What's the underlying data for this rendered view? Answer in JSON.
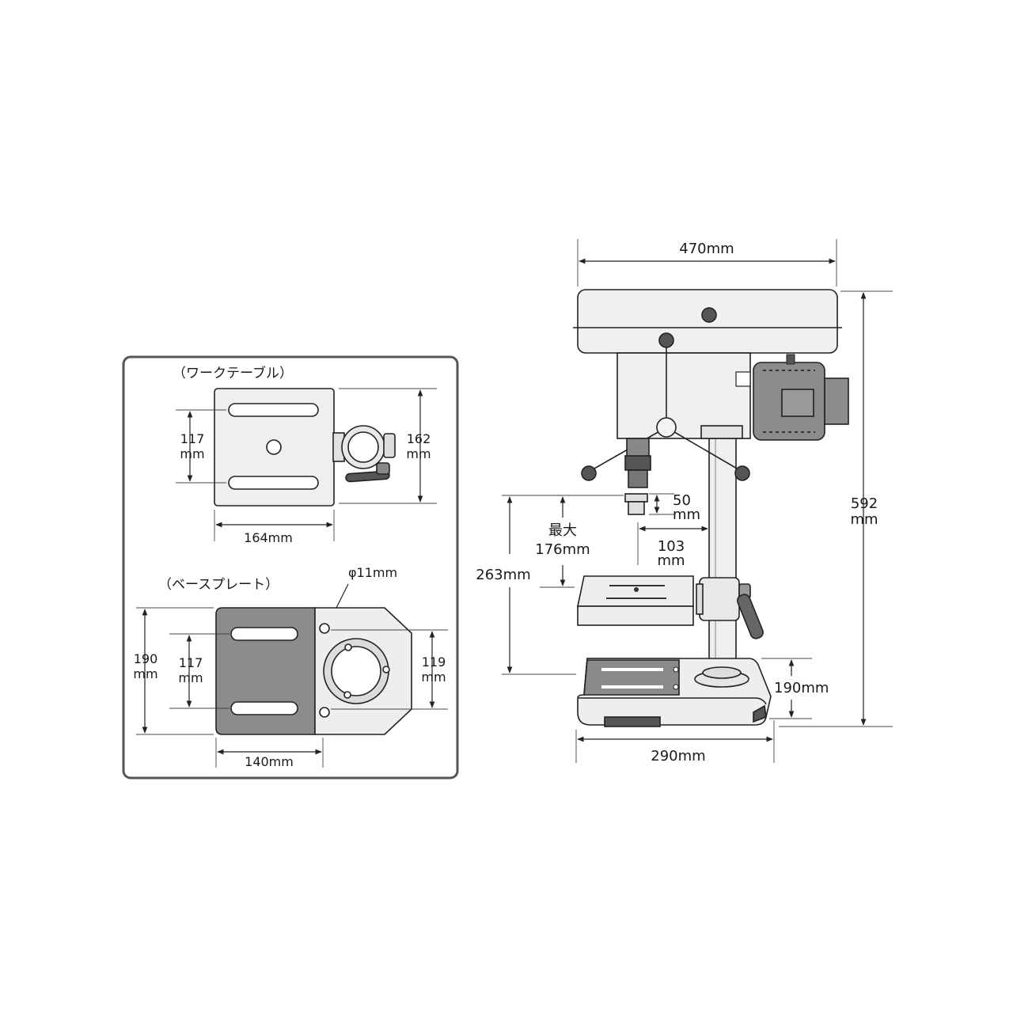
{
  "inset": {
    "work_table_title": "（ワークテーブル）",
    "work_table_width": "164mm",
    "work_table_slot_spacing_num": "117",
    "work_table_slot_spacing_unit": "mm",
    "work_table_depth_num": "162",
    "work_table_depth_unit": "mm",
    "base_plate_title": "（ベースプレート）",
    "base_plate_hole": "φ11mm",
    "base_plate_depth_num": "190",
    "base_plate_depth_unit": "mm",
    "base_plate_slot_spacing_num": "117",
    "base_plate_slot_spacing_unit": "mm",
    "base_plate_hole_spacing_num": "119",
    "base_plate_hole_spacing_unit": "mm",
    "base_plate_width": "140mm"
  },
  "machine": {
    "head_width": "470mm",
    "total_height_num": "592",
    "total_height_unit": "mm",
    "stroke_num": "50",
    "stroke_unit": "mm",
    "max_label": "最大",
    "max_height": "176mm",
    "throat_num": "103",
    "throat_unit": "mm",
    "column_height": "263mm",
    "base_depth": "190mm",
    "base_width": "290mm"
  },
  "colors": {
    "outline": "#222222",
    "part_light": "#eeeeee",
    "part_dark": "#8c8c8c",
    "frame": "#555555"
  }
}
